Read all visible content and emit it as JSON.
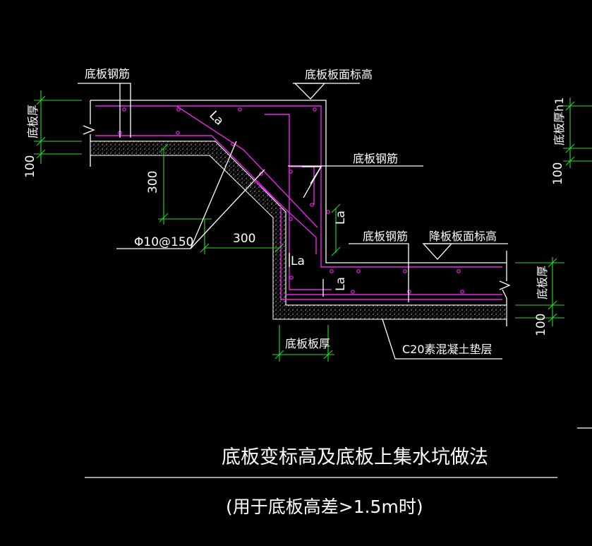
{
  "labels": {
    "bottom_rebar_top": "底板钢筋",
    "top_elevation": "底板板面标高",
    "thickness_left": "底板厚",
    "dim_100_left": "100",
    "dim_300_vertical": "300",
    "rebar_spec": "Φ10@150",
    "dim_300_horizontal": "300",
    "la_top": "La",
    "bottom_rebar_mid": "底板钢筋",
    "la_vertical": "La",
    "la_mid": "La",
    "la_low": "La",
    "bottom_rebar_right": "底板钢筋",
    "lowered_elevation": "降板板面标高",
    "thickness_right": "底板厚",
    "dim_100_right": "100",
    "thickness_h1": "底板厚h1",
    "dim_100_far_right": "100",
    "slab_thickness_bottom": "底板板厚",
    "c20_layer": "C20素混凝土垫层"
  },
  "title": {
    "main": "底板变标高及底板上集水坑做法",
    "sub": "(用于底板高差>1.5m时)"
  },
  "colors": {
    "background": "#000000",
    "outline": "#ffffff",
    "dimension": "#22dd22",
    "rebar": "#ee22ee"
  }
}
